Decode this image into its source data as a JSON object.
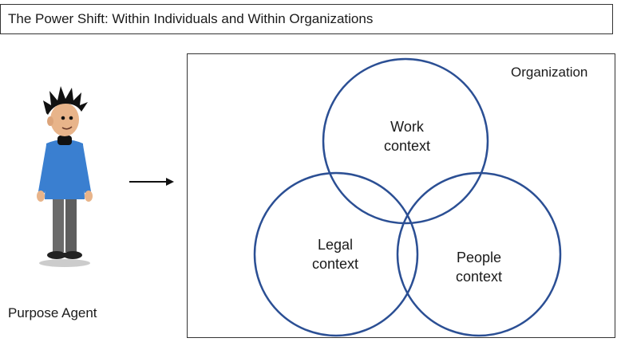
{
  "title": "The Power Shift: Within Individuals and Within Organizations",
  "agent": {
    "label": "Purpose Agent",
    "icon": "person-icon"
  },
  "organization": {
    "label": "Organization",
    "contexts": {
      "work": "Work\ncontext",
      "legal": "Legal\ncontext",
      "people": "People\ncontext"
    }
  },
  "colors": {
    "circle_stroke": "#2b4f94",
    "border": "#333333"
  }
}
